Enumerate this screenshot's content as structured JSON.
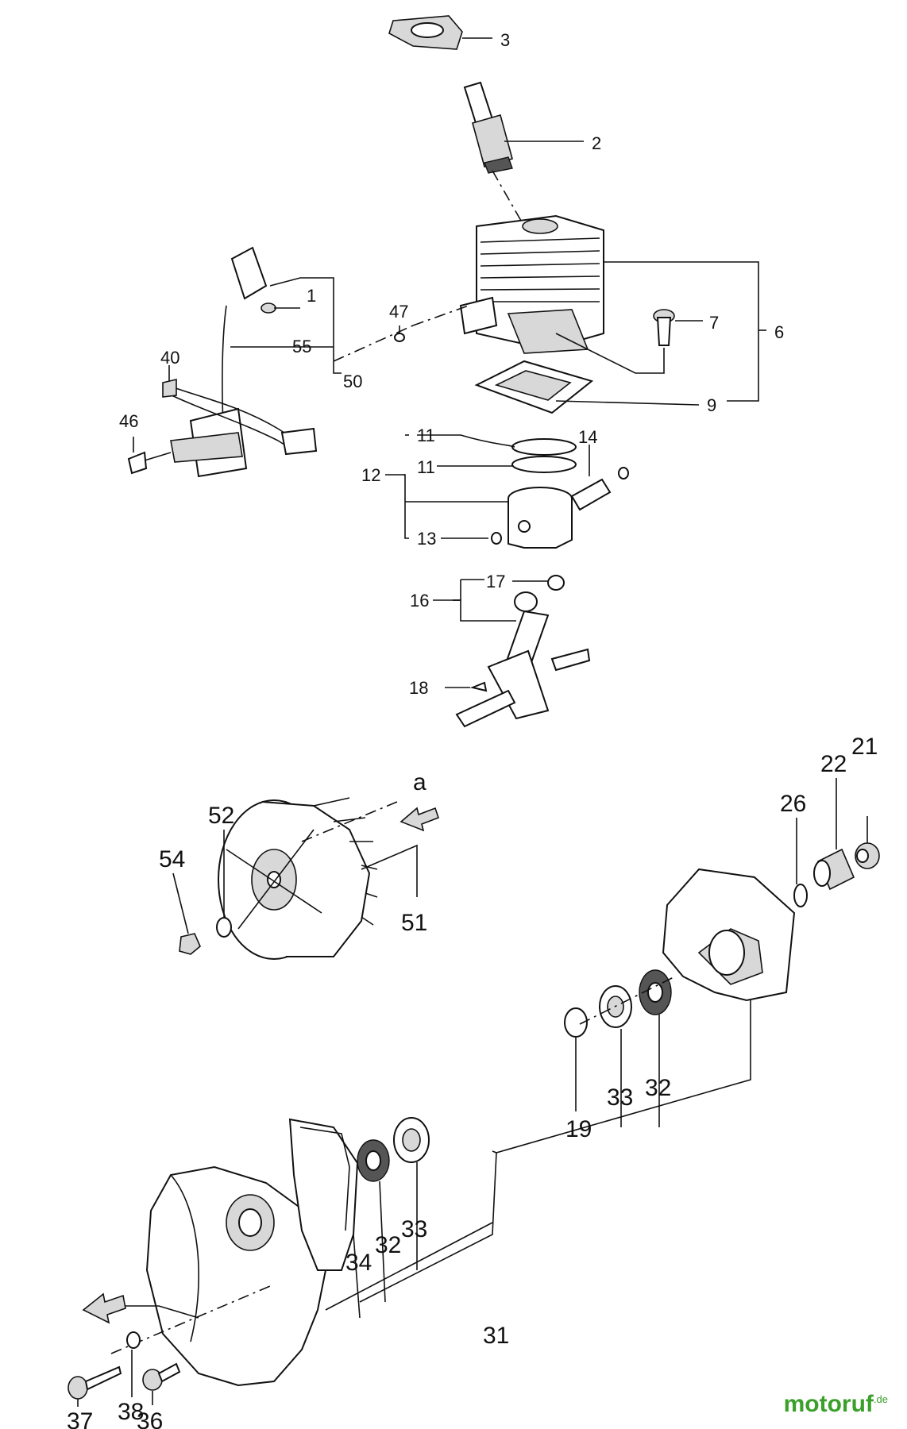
{
  "labels": [
    "3",
    "2",
    "1",
    "47",
    "55",
    "50",
    "40",
    "46",
    "7",
    "6",
    "9",
    "11",
    "11",
    "12",
    "14",
    "13",
    "17",
    "16",
    "18",
    "a",
    "52",
    "54",
    "51",
    "26",
    "22",
    "21",
    "19",
    "33",
    "32",
    "34",
    "32",
    "33",
    "31",
    "37",
    "38",
    "36"
  ],
  "logo": {
    "text": "motoruf",
    "suffix": ".de",
    "color": "#3aa02a"
  }
}
